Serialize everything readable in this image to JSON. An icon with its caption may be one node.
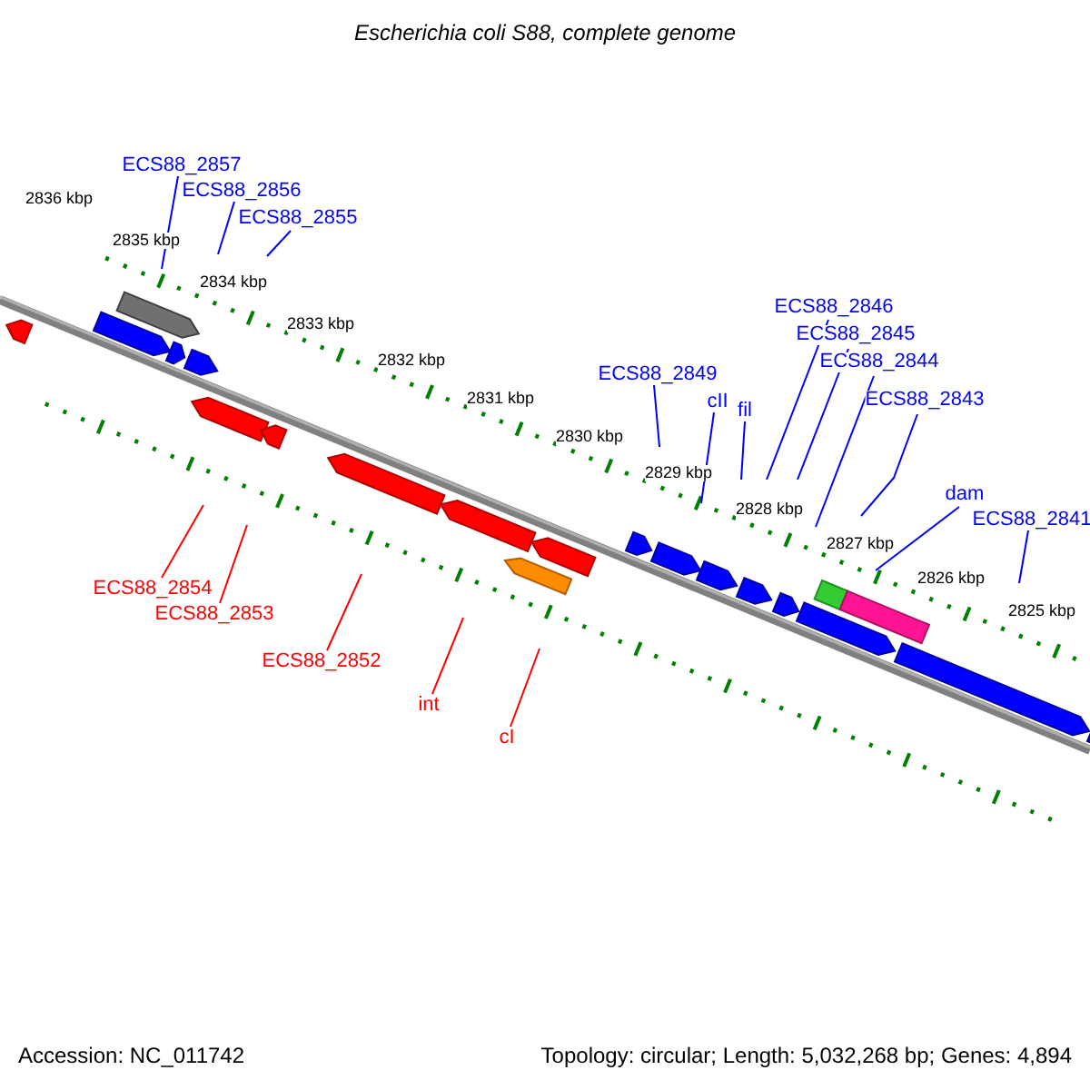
{
  "diagram": {
    "title": "Escherichia coli S88, complete genome",
    "nodes": [
      {
        "text": [
          "ECS88_2857"
        ]
      },
      {
        "text": [
          "ECS88_2856"
        ]
      },
      {
        "text": [
          "ECS88_2855"
        ]
      },
      {
        "text": [
          "ECS88_2846"
        ]
      },
      {
        "text": [
          "ECS88_2845"
        ]
      },
      {
        "text": [
          "ECS88_2844"
        ]
      },
      {
        "text": [
          "ECS88_2849"
        ]
      },
      {
        "text": [
          "cII"
        ]
      },
      {
        "text": [
          "fil"
        ]
      },
      {
        "text": [
          "ECS88_2843"
        ]
      },
      {
        "text": [
          "dam"
        ]
      },
      {
        "text": [
          "ECS88_2841"
        ]
      },
      {
        "text": [
          "ECS88_2854"
        ]
      },
      {
        "text": [
          "ECS88_2853"
        ]
      },
      {
        "text": [
          "ECS88_2852"
        ]
      },
      {
        "text": [
          "int"
        ]
      },
      {
        "text": [
          "cI"
        ]
      }
    ],
    "edges": [
      {
        "from": 0,
        "to": null,
        "arrow": "none"
      },
      {
        "from": 1,
        "to": null,
        "arrow": "none"
      },
      {
        "from": 2,
        "to": null,
        "arrow": "none"
      },
      {
        "from": 3,
        "to": null,
        "arrow": "none"
      },
      {
        "from": 4,
        "to": null,
        "arrow": "none"
      },
      {
        "from": 5,
        "to": null,
        "arrow": "none"
      },
      {
        "from": 6,
        "to": null,
        "arrow": "none"
      },
      {
        "from": 7,
        "to": null,
        "arrow": "none"
      },
      {
        "from": 8,
        "to": null,
        "arrow": "none"
      },
      {
        "from": 9,
        "to": null,
        "arrow": "none"
      },
      {
        "from": 10,
        "to": null,
        "arrow": "none"
      },
      {
        "from": 11,
        "to": null,
        "arrow": "none"
      },
      {
        "from": 12,
        "to": null,
        "arrow": "none",
        "color": "#ff0000"
      },
      {
        "from": 13,
        "to": null,
        "arrow": "none",
        "color": "#ff0000"
      },
      {
        "from": 14,
        "to": null,
        "arrow": "none",
        "color": "#ff0000"
      },
      {
        "from": 15,
        "to": null,
        "arrow": "none",
        "color": "#ff0000"
      },
      {
        "from": 16,
        "to": null,
        "arrow": "none",
        "color": "#ff0000"
      }
    ],
    "labels": [
      "2836 kbp",
      "2835 kbp",
      "2834 kbp",
      "2833 kbp",
      "2832 kbp",
      "2831 kbp",
      "2830 kbp",
      "2829 kbp",
      "2828 kbp",
      "2827 kbp",
      "2826 kbp",
      "2825 kbp",
      "Accession: NC_011742",
      "Topology: circular; Length: 5,032,268 bp; Genes: 4,894"
    ]
  }
}
